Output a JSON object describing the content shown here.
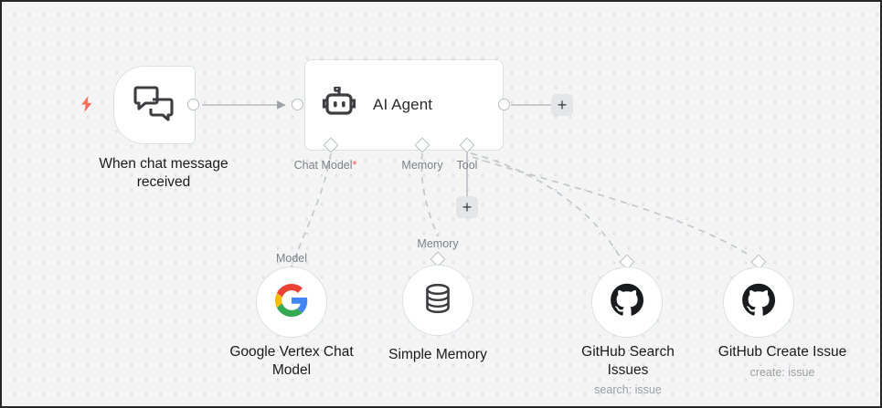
{
  "canvas": {
    "background_color": "#f4f4f5",
    "grid_dot_color": "#d7d7d9",
    "border_color": "#262626"
  },
  "nodes": [
    {
      "id": "chat-trigger",
      "name": "When chat message\nreceived",
      "icon": "chat-bubbles-icon",
      "shape": "trigger-rounded",
      "has_trigger_bolt": true,
      "bolt_color": "#ff6d5a"
    },
    {
      "id": "ai-agent",
      "name": "AI Agent",
      "icon": "robot-icon",
      "shape": "rectangle",
      "ports": [
        {
          "id": "chat-model",
          "label": "Chat Model",
          "required": true,
          "required_marker": "*"
        },
        {
          "id": "memory",
          "label": "Memory",
          "required": false
        },
        {
          "id": "tool",
          "label": "Tool",
          "required": false
        }
      ]
    },
    {
      "id": "google-vertex-chat-model",
      "name": "Google Vertex Chat\nModel",
      "icon": "google-logo-icon",
      "shape": "circle",
      "port_label": "Model"
    },
    {
      "id": "simple-memory",
      "name": "Simple Memory",
      "icon": "database-icon",
      "shape": "circle",
      "port_label": "Memory"
    },
    {
      "id": "github-search-issues",
      "name": "GitHub Search\nIssues",
      "subtitle": "search: issue",
      "icon": "github-icon",
      "shape": "circle"
    },
    {
      "id": "github-create-issue",
      "name": "GitHub Create Issue",
      "subtitle": "create: issue",
      "icon": "github-icon",
      "shape": "circle"
    }
  ],
  "buttons": {
    "add_main_output": "+",
    "add_tool": "+"
  },
  "colors": {
    "node_border": "#dcdfe3",
    "edge": "#b9bcc2",
    "required_marker": "#ff4d49",
    "label_text": "#1a1a1a",
    "sublabel_text": "#9b9ea4",
    "port_label_text": "#7d8086"
  }
}
